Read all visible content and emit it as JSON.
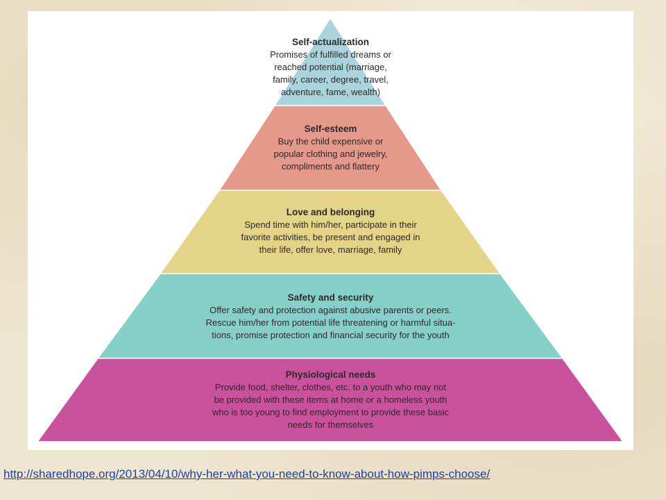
{
  "diagram": {
    "type": "pyramid",
    "tiers": [
      {
        "title": "Self-actualization",
        "body": "Promises of fulfilled dreams or\nreached potential (marriage,\nfamily, career, degree, travel,\nadventure, fame, wealth)",
        "color": "#a9d4de"
      },
      {
        "title": "Self-esteem",
        "body": "Buy the child expensive or\npopular clothing and jewelry,\ncompliments and flattery",
        "color": "#e4998a"
      },
      {
        "title": "Love and belonging",
        "body": "Spend time with him/her, participate in their\nfavorite activities, be present and engaged in\ntheir life, offer love, marriage, family",
        "color": "#e3d487"
      },
      {
        "title": "Safety and security",
        "body": "Offer safety and protection against abusive parents or peers.\nRescue him/her from potential life threatening or harmful situa-\ntions, promise protection and financial security for the youth",
        "color": "#86d0c9"
      },
      {
        "title": "Physiological needs",
        "body": "Provide food, shelter, clothes, etc. to a youth who may not\nbe provided with these items at home or a homeless youth\nwho is too young to find employment to provide these basic\nneeds for themselves",
        "color": "#c8529c"
      }
    ]
  },
  "source": {
    "link_text": "http://sharedhope.org/2013/04/10/why-her-what-you-need-to-know-about-how-pimps-choose/"
  }
}
